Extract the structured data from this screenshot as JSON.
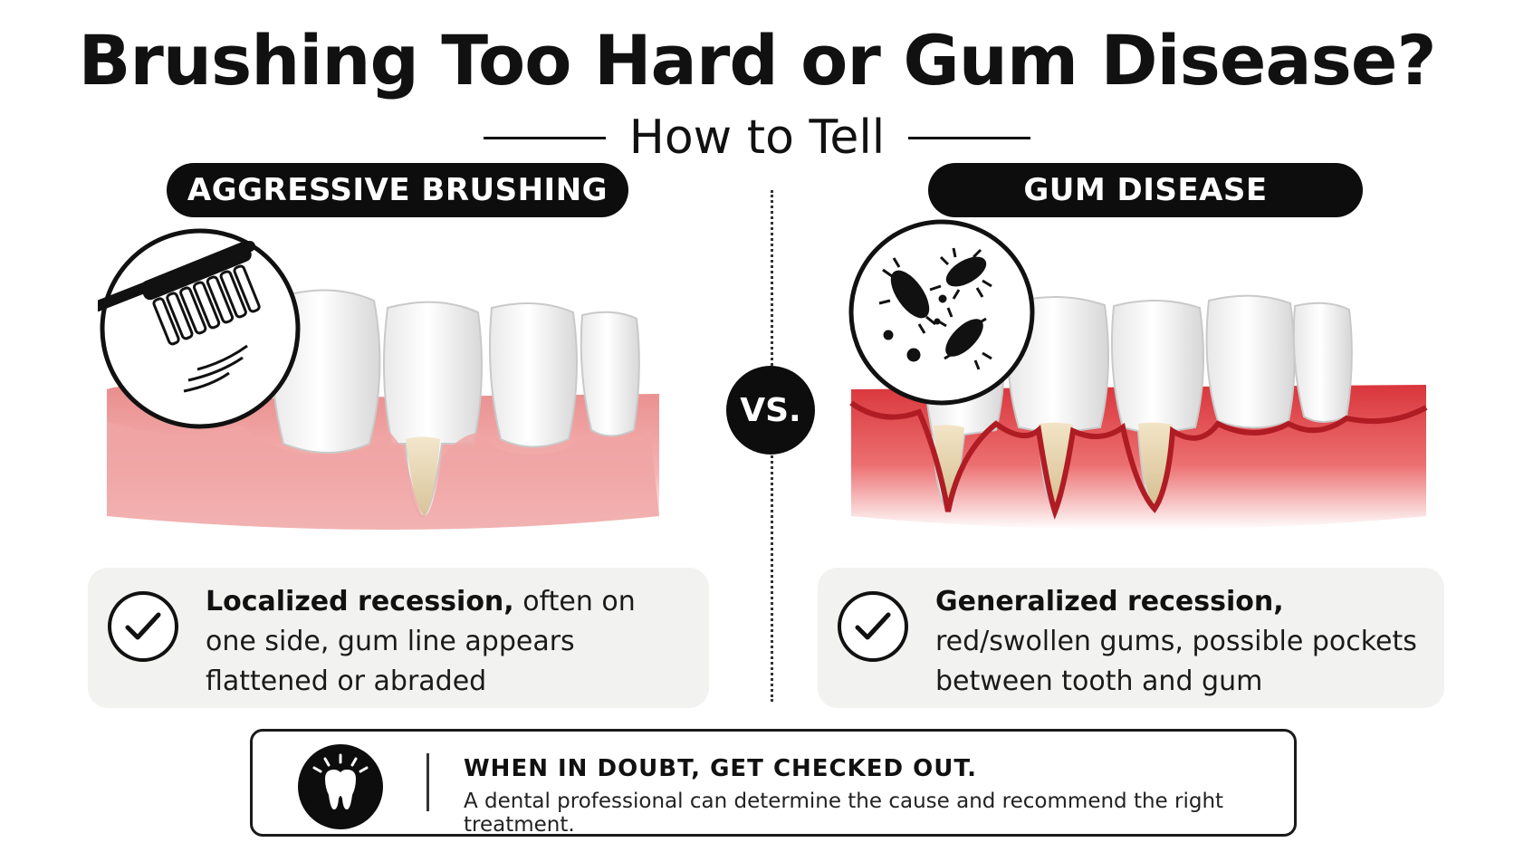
{
  "header": {
    "title": "Brushing Too Hard or Gum Disease?",
    "subtitle": "How to Tell"
  },
  "left": {
    "label": "AGGRESSIVE BRUSHING",
    "icon": "toothbrush-icon",
    "description_bold": "Localized recession,",
    "description_rest": " often on one side, gum line appears flattened or abraded"
  },
  "right": {
    "label": "GUM DISEASE",
    "icon": "bacteria-icon",
    "description_bold": "Generalized recession,",
    "description_rest": " red/swollen gums, possible pockets between tooth and gum"
  },
  "vs_label": "VS.",
  "banner": {
    "icon": "tooth-icon",
    "heading": "WHEN IN DOUBT, GET CHECKED OUT.",
    "body": "A dental professional can determine the cause and recommend the right treatment."
  },
  "colors": {
    "accent_black": "#0d0d0d",
    "gum_healthy": "#f2a8a8",
    "gum_inflamed": "#e0484c",
    "card_bg": "#f2f2f1"
  }
}
